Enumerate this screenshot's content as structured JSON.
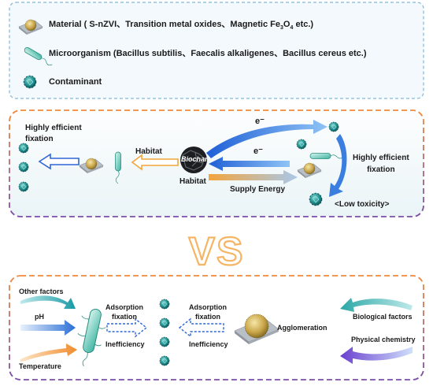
{
  "legend": {
    "material": {
      "prefix": "Material ( S-nZVI、Transition metal oxides、Magnetic Fe",
      "sub3": "3",
      "o": "O",
      "sub4": "4",
      "suffix": " etc.)"
    },
    "microorganism": "Microorganism (Bacillus subtilis、Faecalis alkaligenes、Bacillus cereus etc.)",
    "contaminant": "Contaminant"
  },
  "top": {
    "highly_efficient_fixation_left": "Highly efficient\nfixation",
    "habitat_arrow": "Habitat",
    "biochar": "Biochar",
    "habitat_label": "Habitat",
    "electron_top": "e⁻",
    "electron_mid": "e⁻",
    "supply_energy": "Supply Energy",
    "highly_efficient_fixation_right": "Highly efficient\nfixation",
    "low_toxicity": "<Low toxicity>"
  },
  "vs": "VS",
  "bottom": {
    "other_factors": "Other factors",
    "ph": "pH",
    "temperature": "Temperature",
    "adsorption_left": "Adsorption\nfixation",
    "inefficiency_left": "Inefficiency",
    "adsorption_right": "Adsorption\nfixation",
    "inefficiency_right": "Inefficiency",
    "agglomeration": "Agglomeration",
    "biological_factors": "Biological factors",
    "physical_chemistry": "Physical chemistry"
  },
  "colors": {
    "legend_border": "#7fb8d8",
    "legend_fill": "#f3f9fd",
    "orange": "#f08a3c",
    "purple": "#7a4ea8",
    "blue": "#3a7ee0",
    "light_orange": "#f6b26b",
    "vs": "#f7c27a",
    "teal": "#2a9d9a"
  },
  "icons": [
    "material-icon",
    "microorganism-icon",
    "contaminant-icon",
    "biochar-icon",
    "arrow-icon"
  ]
}
